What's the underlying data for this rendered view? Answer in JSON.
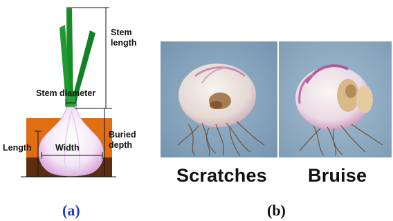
{
  "panel_a": {
    "caption": "(a)",
    "labels": {
      "stem_length_line1": "Stem",
      "stem_length_line2": "length",
      "stem_diameter": "Stem diameter",
      "length": "Length",
      "width": "Width",
      "buried_depth_line1": "Buried",
      "buried_depth_line2": "depth"
    },
    "colors": {
      "soil_top": "#e06f13",
      "soil_bottom": "#5a2e0e",
      "stem": "#1a8a2a",
      "caption": "#1f3fbf"
    }
  },
  "panel_b": {
    "caption": "(b)",
    "photos": [
      {
        "label": "Scratches"
      },
      {
        "label": "Bruise"
      }
    ],
    "colors": {
      "background": "#7f9fb8"
    }
  }
}
